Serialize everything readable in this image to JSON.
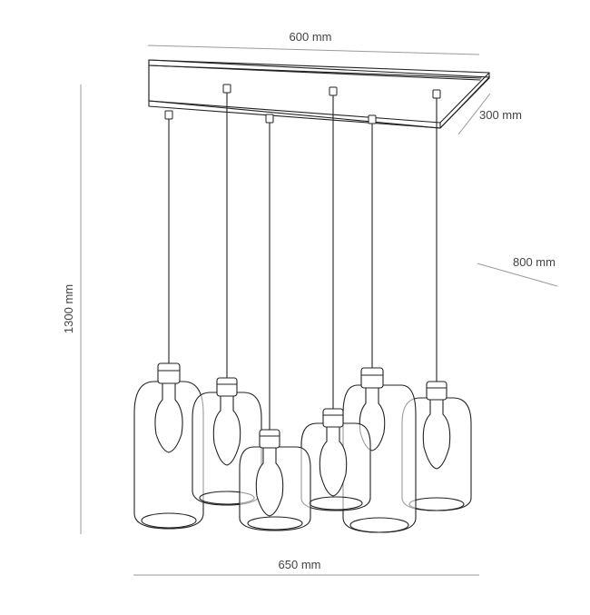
{
  "dimensions": {
    "canopy_length": "600 mm",
    "canopy_depth": "300 mm",
    "canopy_offset": "800 mm",
    "total_height": "1300 mm",
    "total_width": "650 mm"
  },
  "lamp_count": 6,
  "line_color": "#222222",
  "dimension_color": "#9a9a9a"
}
